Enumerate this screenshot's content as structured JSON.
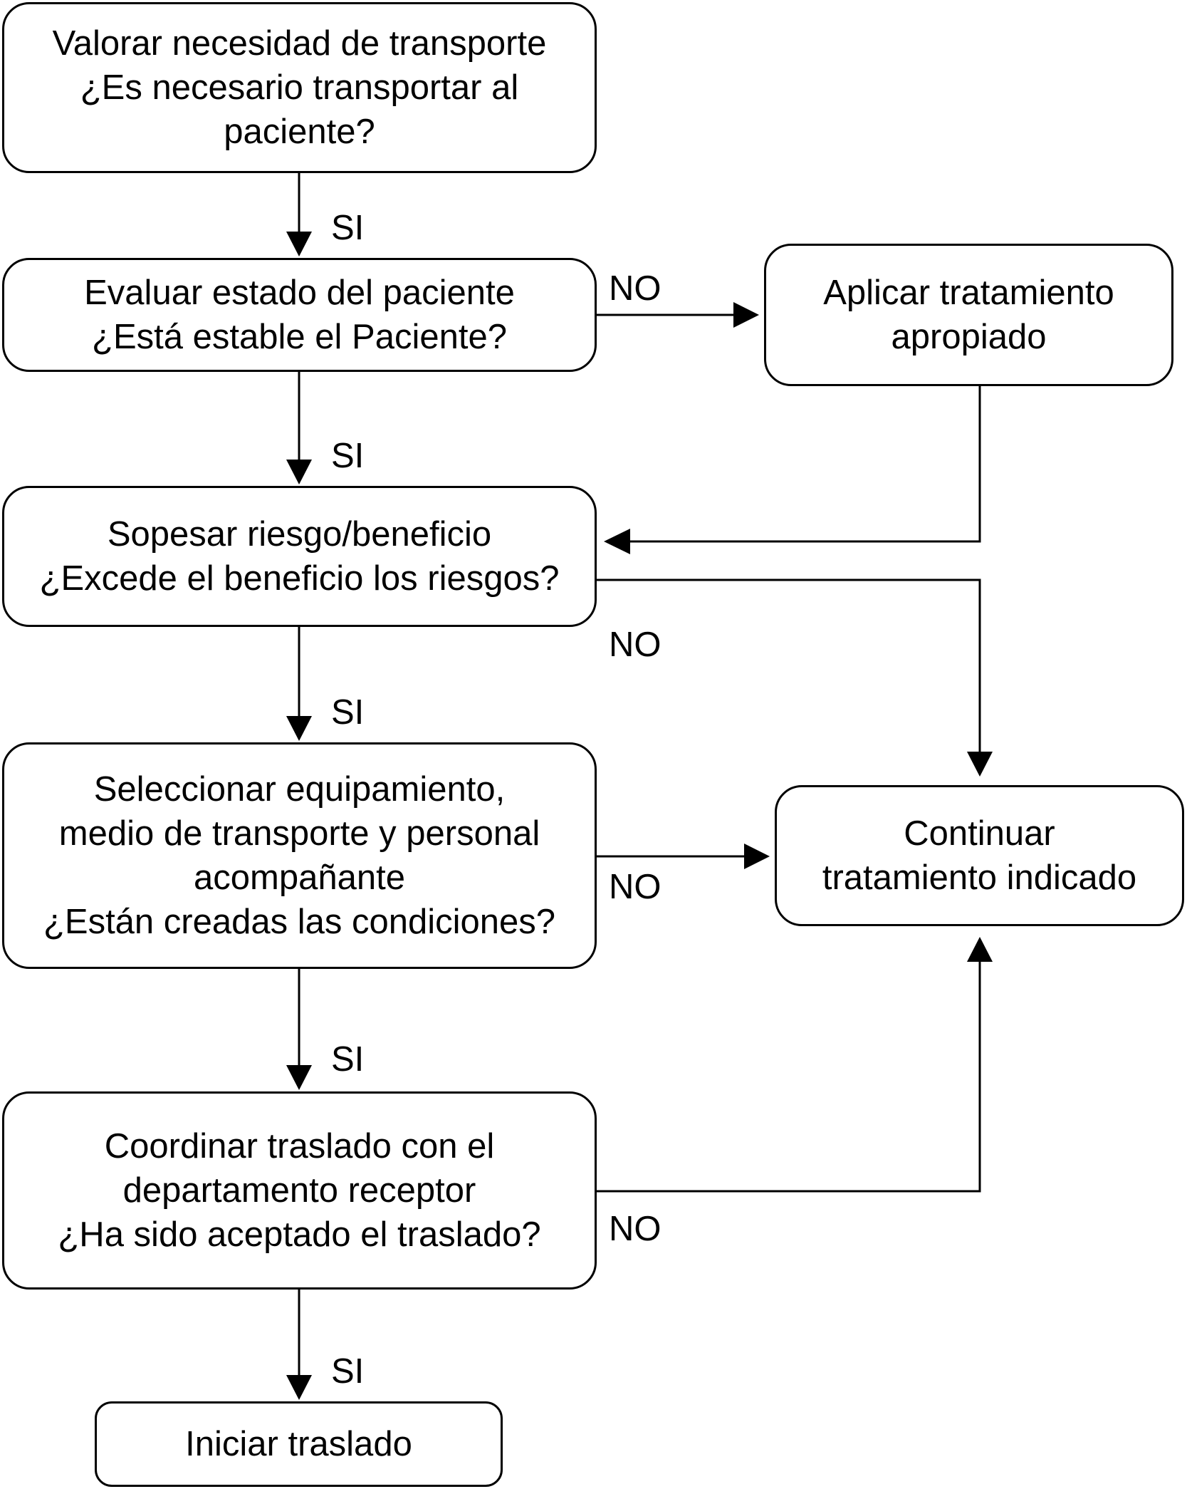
{
  "nodes": {
    "valorar": {
      "lines": [
        "Valorar necesidad de transporte",
        "¿Es necesario transportar al",
        "paciente?"
      ]
    },
    "evaluar": {
      "lines": [
        "Evaluar estado del paciente",
        "¿Está estable el Paciente?"
      ]
    },
    "aplicar": {
      "lines": [
        "Aplicar tratamiento",
        "apropiado"
      ]
    },
    "sopesar": {
      "lines": [
        "Sopesar riesgo/beneficio",
        "¿Excede el beneficio los riesgos?"
      ]
    },
    "seleccionar": {
      "lines": [
        "Seleccionar equipamiento,",
        "medio de transporte y personal",
        "acompañante",
        "¿Están creadas las condiciones?"
      ]
    },
    "continuar": {
      "lines": [
        "Continuar",
        "tratamiento indicado"
      ]
    },
    "coordinar": {
      "lines": [
        "Coordinar traslado con el",
        "departamento receptor",
        "¿Ha sido aceptado el traslado?"
      ]
    },
    "iniciar": {
      "lines": [
        "Iniciar traslado"
      ]
    }
  },
  "edges": {
    "valorar_evaluar": "SI",
    "evaluar_aplicar": "NO",
    "evaluar_sopesar": "SI",
    "sopesar_continuar": "NO",
    "sopesar_seleccionar": "SI",
    "seleccionar_continuar": "NO",
    "seleccionar_coordinar": "SI",
    "coordinar_continuar": "NO",
    "coordinar_iniciar": "SI"
  }
}
